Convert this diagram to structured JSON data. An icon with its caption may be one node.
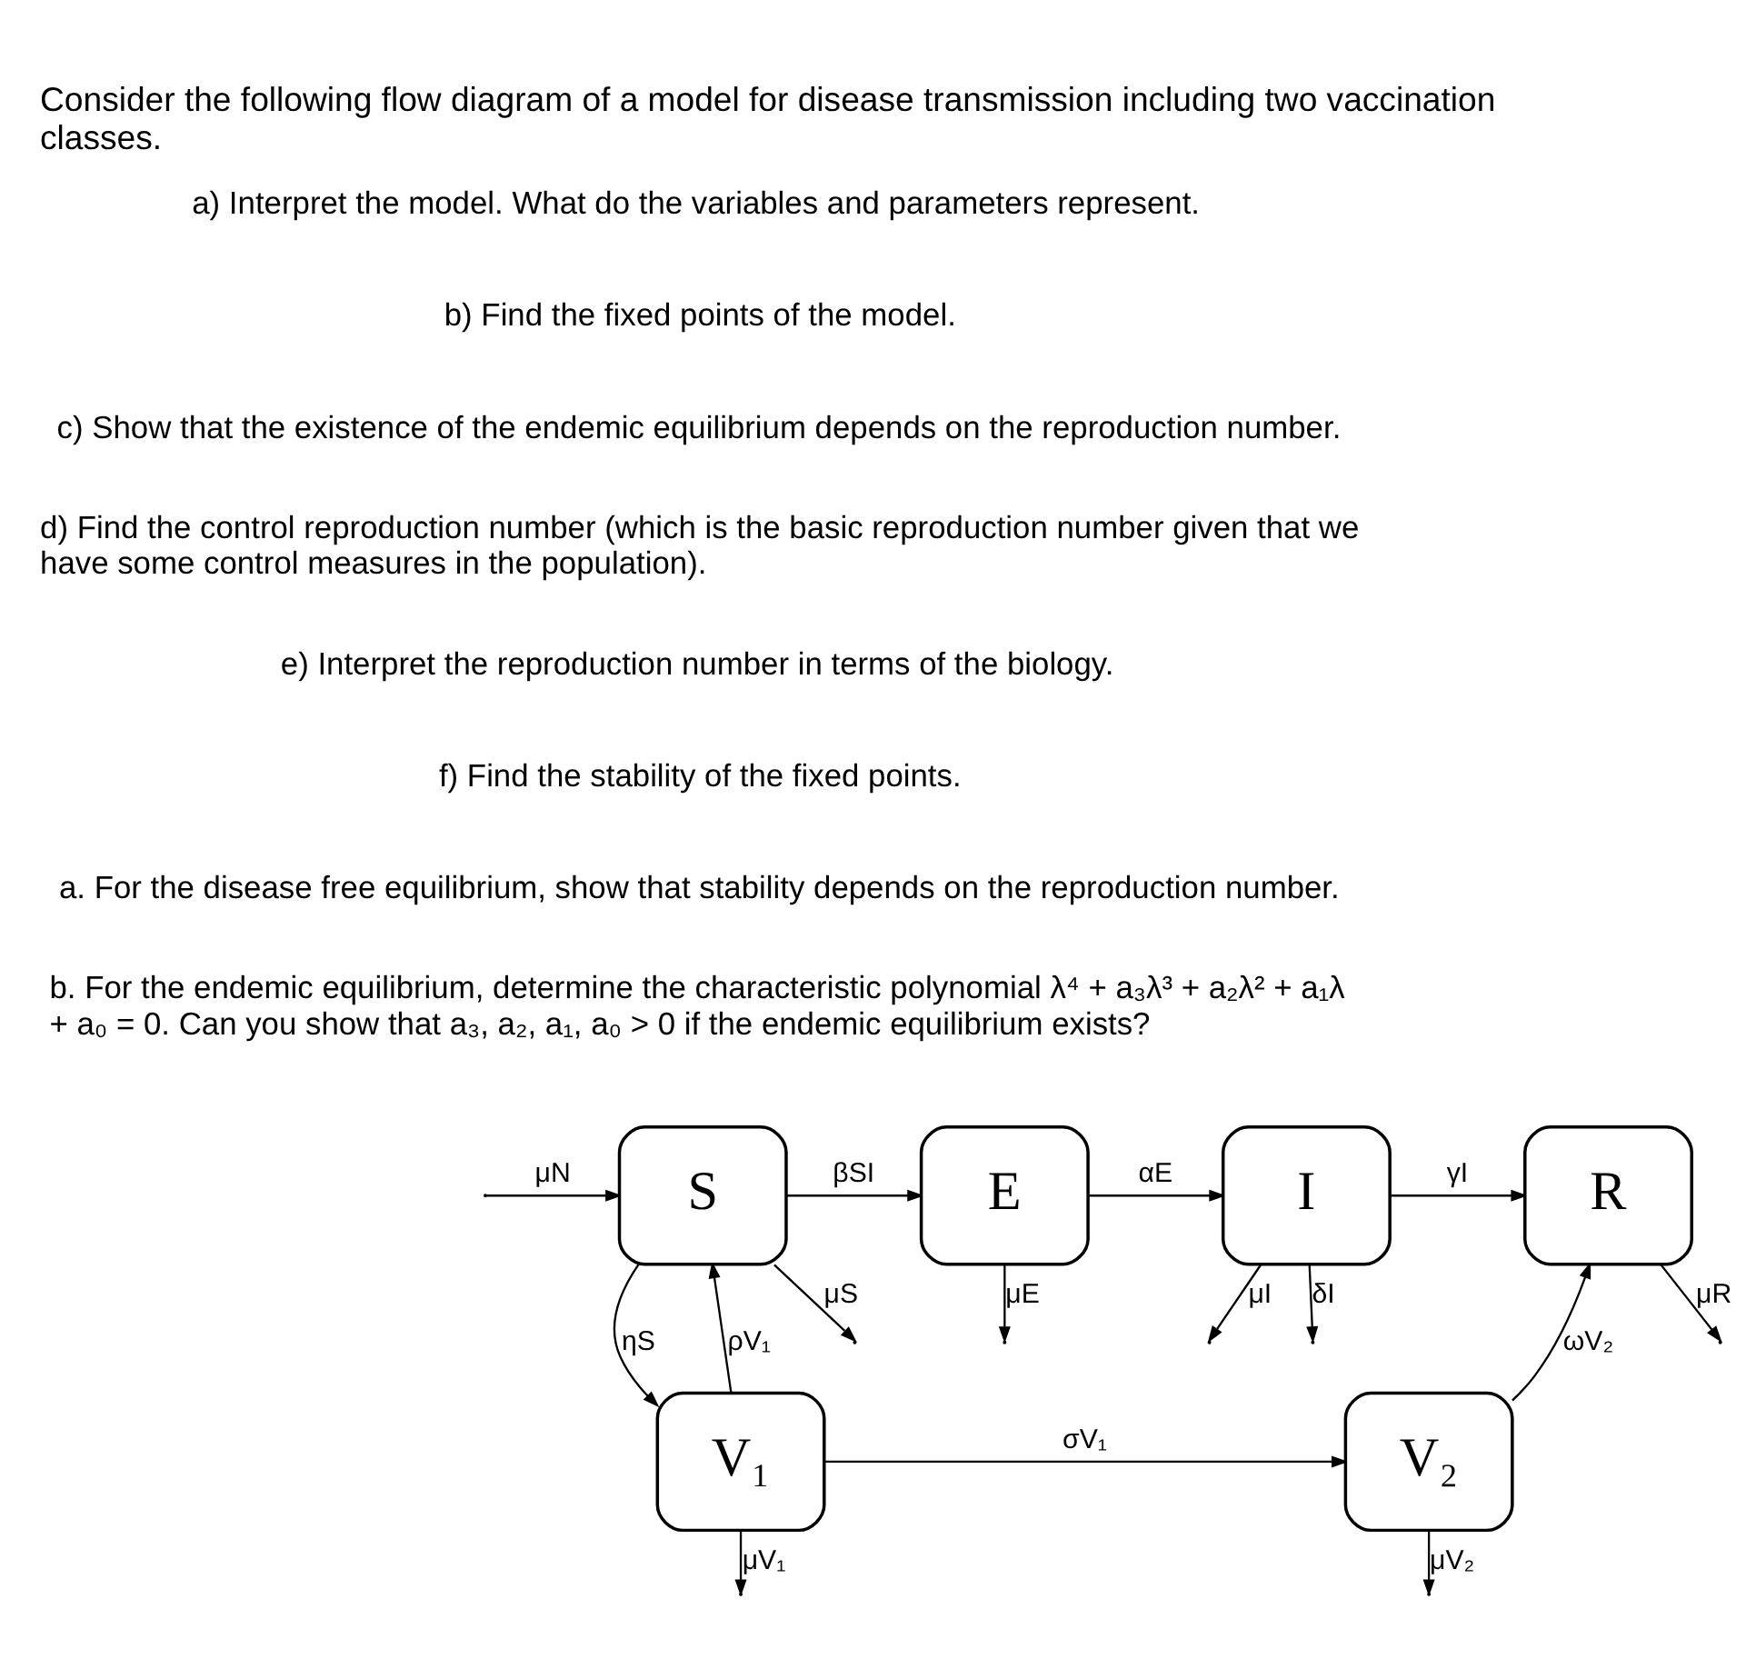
{
  "diagram": {
    "title": "Consider the following flow diagram of a model for disease transmission including two vaccination classes.",
    "nodes": [
      {
        "text": [
          "S"
        ]
      },
      {
        "text": [
          "E"
        ]
      },
      {
        "text": [
          "I"
        ]
      },
      {
        "text": [
          "R"
        ]
      },
      {
        "text": [
          "V₁"
        ]
      },
      {
        "text": [
          "V₂"
        ]
      }
    ],
    "edges": [
      {
        "from": null,
        "to": 0,
        "arrow": "to",
        "label": "μN"
      },
      {
        "from": 0,
        "to": 1,
        "arrow": "to",
        "label": "βSI"
      },
      {
        "from": 1,
        "to": 2,
        "arrow": "to",
        "label": "αE"
      },
      {
        "from": 2,
        "to": 3,
        "arrow": "to",
        "label": "γI"
      },
      {
        "from": 0,
        "to": 4,
        "arrow": "to",
        "label": "ηS"
      },
      {
        "from": 4,
        "to": 0,
        "arrow": "to",
        "label": "ρV₁"
      },
      {
        "from": 0,
        "to": null,
        "arrow": "to",
        "label": "μS"
      },
      {
        "from": 1,
        "to": null,
        "arrow": "to",
        "label": "μE"
      },
      {
        "from": 2,
        "to": null,
        "arrow": "to",
        "label": "μI"
      },
      {
        "from": 2,
        "to": null,
        "arrow": "to",
        "label": "δI"
      },
      {
        "from": 5,
        "to": 3,
        "arrow": "to",
        "label": "ωV₂"
      },
      {
        "from": 3,
        "to": null,
        "arrow": "to",
        "label": "μR"
      },
      {
        "from": 4,
        "to": 5,
        "arrow": "to",
        "label": "σV₁"
      },
      {
        "from": 4,
        "to": null,
        "arrow": "to",
        "label": "μV₁"
      },
      {
        "from": 5,
        "to": null,
        "arrow": "to",
        "label": "μV₂"
      }
    ],
    "labels": [
      "a) Interpret the model. What do the variables and parameters represent.",
      "b) Find the fixed points of the model.",
      "c) Show that the existence of the endemic equilibrium depends on the reproduction number.",
      "d) Find the control reproduction number (which is the basic reproduction number given that we have some control measures in the population).",
      "e) Interpret the reproduction number in terms of the biology.",
      "f) Find the stability of the fixed points.",
      "a. For the disease free equilibrium, show that stability depends on the reproduction number.",
      "b. For the endemic equilibrium, determine the characteristic polynomial λ⁴ + a₃λ³ + a₂λ² + a₁λ + a₀ = 0. Can you show that a₃, a₂, a₁, a₀ > 0 if the endemic equilibrium exists?"
    ]
  }
}
